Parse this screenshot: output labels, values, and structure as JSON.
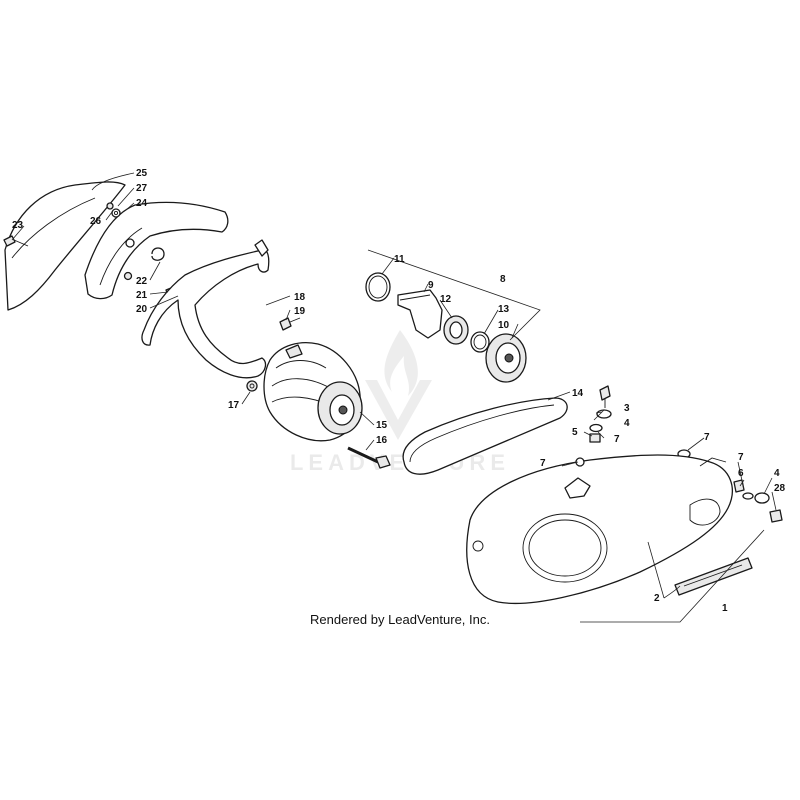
{
  "credit": "Rendered by LeadVenture, Inc.",
  "watermark": "LEADVENTURE",
  "callouts": {
    "c1": "1",
    "c2": "2",
    "c3": "3",
    "c4a": "4",
    "c4b": "4",
    "c5": "5",
    "c6": "6",
    "c7a": "7",
    "c7b": "7",
    "c7c": "7",
    "c7d": "7",
    "c8": "8",
    "c9": "9",
    "c10": "10",
    "c11": "11",
    "c12": "12",
    "c13": "13",
    "c14": "14",
    "c15": "15",
    "c16": "16",
    "c17": "17",
    "c18": "18",
    "c19": "19",
    "c20": "20",
    "c21": "21",
    "c22": "22",
    "c23": "23",
    "c24": "24",
    "c25": "25",
    "c26": "26",
    "c27": "27",
    "c28": "28"
  }
}
